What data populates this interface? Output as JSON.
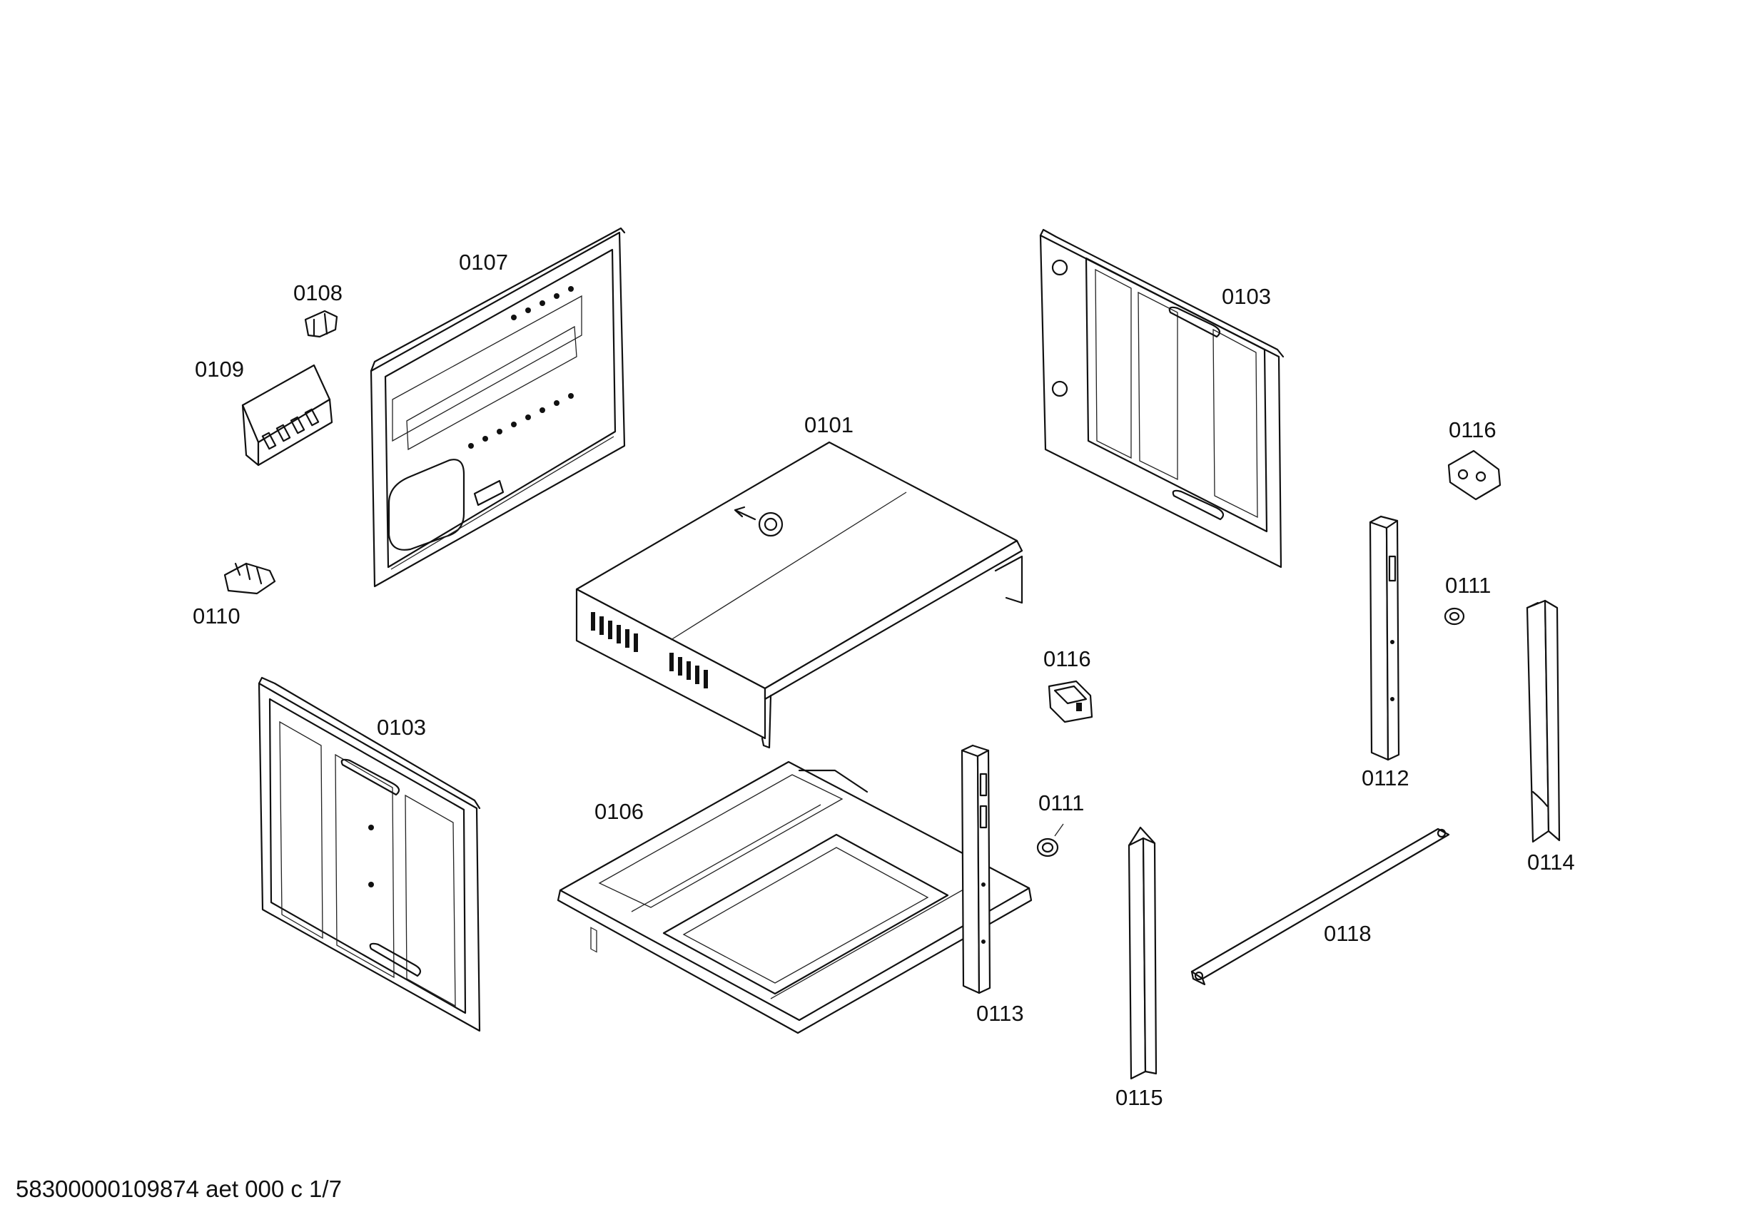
{
  "parts": [
    {
      "id": "p0101",
      "label": "0101"
    },
    {
      "id": "p0103a",
      "label": "0103"
    },
    {
      "id": "p0103b",
      "label": "0103"
    },
    {
      "id": "p0106",
      "label": "0106"
    },
    {
      "id": "p0107",
      "label": "0107"
    },
    {
      "id": "p0108",
      "label": "0108"
    },
    {
      "id": "p0109",
      "label": "0109"
    },
    {
      "id": "p0110",
      "label": "0110"
    },
    {
      "id": "p0111a",
      "label": "0111"
    },
    {
      "id": "p0111b",
      "label": "0111"
    },
    {
      "id": "p0112",
      "label": "0112"
    },
    {
      "id": "p0113",
      "label": "0113"
    },
    {
      "id": "p0114",
      "label": "0114"
    },
    {
      "id": "p0115",
      "label": "0115"
    },
    {
      "id": "p0116a",
      "label": "0116"
    },
    {
      "id": "p0116b",
      "label": "0116"
    },
    {
      "id": "p0118",
      "label": "0118"
    }
  ],
  "footer": {
    "code": "58300000109874 aet 000 c 1/7"
  }
}
